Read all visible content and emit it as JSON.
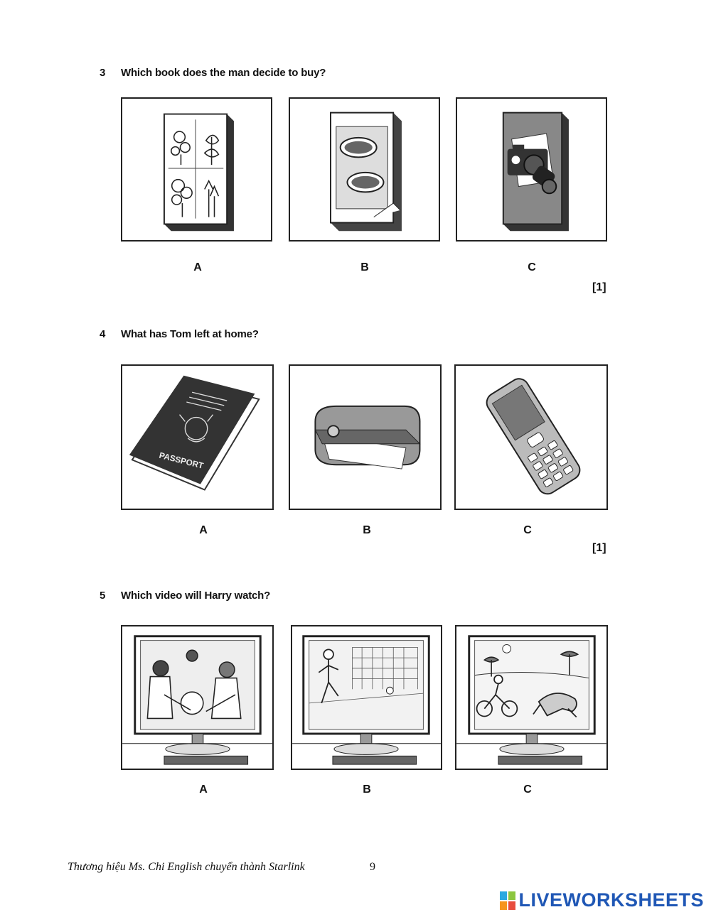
{
  "questions": [
    {
      "number": "3",
      "text": "Which book does the man decide to buy?",
      "options": [
        "A",
        "B",
        "C"
      ],
      "mark": "[1]"
    },
    {
      "number": "4",
      "text": "What has Tom left at home?",
      "options": [
        "A",
        "B",
        "C"
      ],
      "mark": "[1]"
    },
    {
      "number": "5",
      "text": "Which video will Harry watch?",
      "options": [
        "A",
        "B",
        "C"
      ]
    }
  ],
  "footer": {
    "text": "Thương hiệu Ms. Chi English chuyển thành Starlink",
    "page": "9"
  },
  "brand": {
    "name": "LIVEWORKSHEETS",
    "color": "#1f57b5",
    "icon_colors": [
      "#2aa9e0",
      "#8cc63f",
      "#f7941d",
      "#e84c3d"
    ]
  }
}
